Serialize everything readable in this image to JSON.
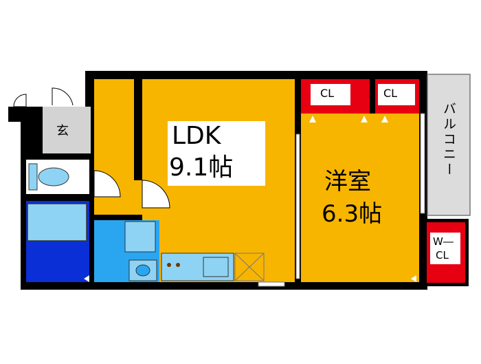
{
  "rooms": {
    "ldk": {
      "name": "LDK",
      "size": "9.1帖"
    },
    "western": {
      "name": "洋室",
      "size": "6.3帖"
    },
    "closet_left": {
      "label": "CL"
    },
    "closet_right": {
      "label": "CL"
    },
    "walk_in_closet": {
      "label_top": "W―",
      "label_bottom": "CL"
    },
    "entrance": {
      "label": "玄"
    },
    "balcony": {
      "label": "バルコニー"
    }
  },
  "colors": {
    "living_floor": "#f7b500",
    "closet": "#e60012",
    "bath": "#0b2fd6",
    "washroom": "#2aa6f0",
    "fixture": "#8fd3f4",
    "entrance": "#d3d3d3",
    "balcony": "#dcdcdc",
    "wall": "#000000"
  }
}
